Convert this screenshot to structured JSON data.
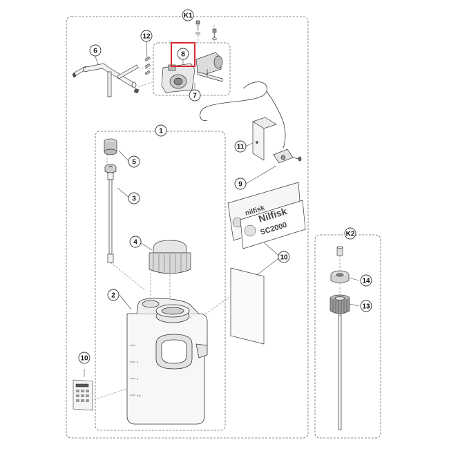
{
  "diagram": {
    "groups": {
      "k1": "K1",
      "k2": "K2"
    },
    "callouts": {
      "c1": "1",
      "c2": "2",
      "c3": "3",
      "c4": "4",
      "c5": "5",
      "c6": "6",
      "c7": "7",
      "c8": "8",
      "c9": "9",
      "c10a": "10",
      "c10b": "10",
      "c11": "11",
      "c12": "12",
      "c13": "13",
      "c14": "14"
    },
    "decal": {
      "brand": "Nilfisk",
      "model": "SC2000",
      "brand_small": "nilfisk"
    },
    "tank_scale": {
      "m1": "2",
      "m2": "1",
      "m3": "0.5"
    },
    "highlight_color": "#d9262c",
    "line_color": "#333333"
  }
}
